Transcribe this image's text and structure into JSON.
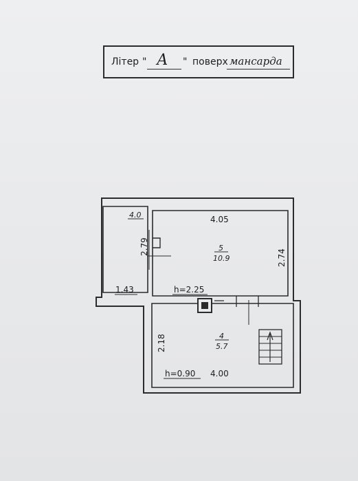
{
  "header": {
    "liter_label": "Літер",
    "quote_open": "\"",
    "liter_value": "А",
    "quote_close": "\"",
    "floor_label": "поверх",
    "floor_value": "мансарда"
  },
  "plan": {
    "left_space": {
      "width_top": "4.0",
      "height": "2.79",
      "width_bottom": "1.43"
    },
    "room5": {
      "number": "5",
      "area": "10.9",
      "width": "4.05",
      "height": "2.74",
      "ceiling": "h=2.25"
    },
    "room4": {
      "number": "4",
      "area": "5.7",
      "height": "2.18",
      "ceiling": "h=0.90",
      "width": "4.00"
    }
  }
}
